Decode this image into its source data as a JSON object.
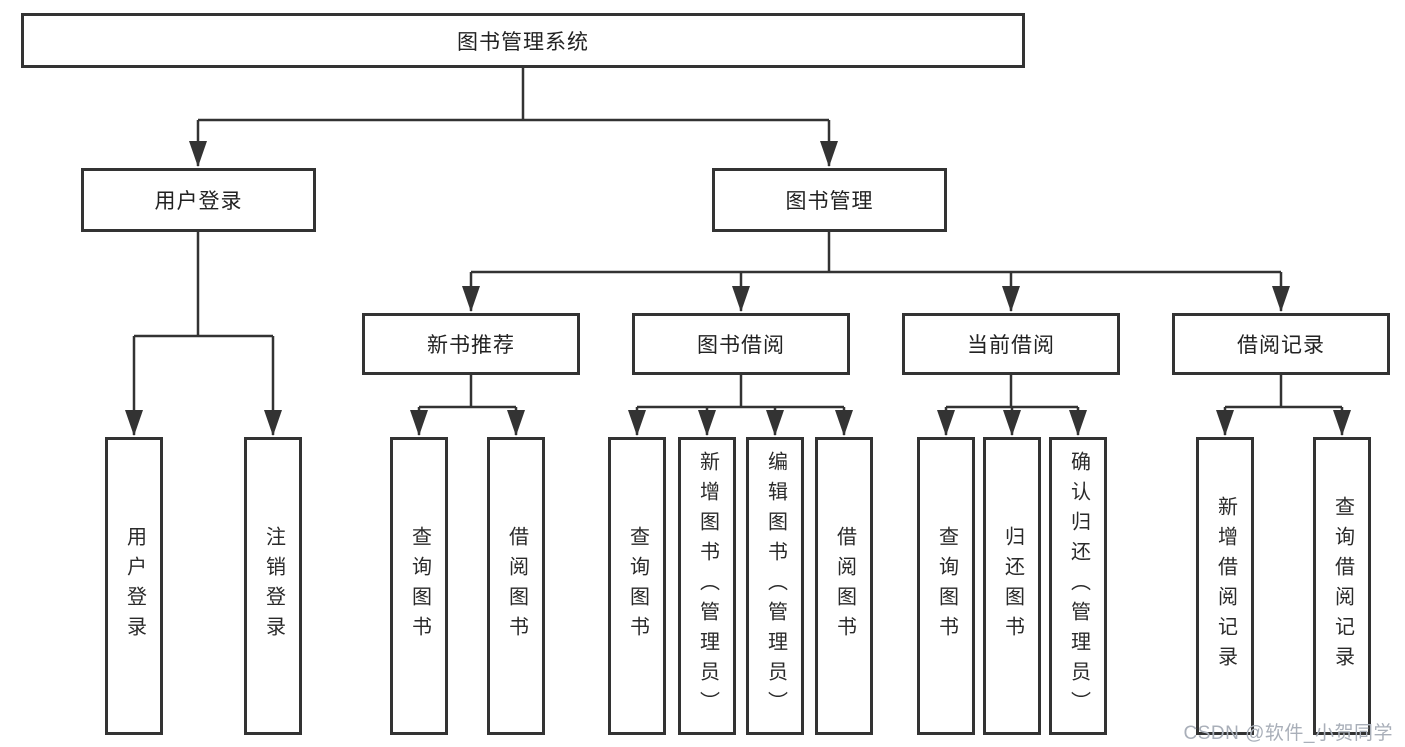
{
  "tree": {
    "root": {
      "label": "图书管理系统"
    },
    "branches": [
      {
        "label": "用户登录",
        "leaves": [
          {
            "label": "用户登录"
          },
          {
            "label": "注销登录"
          }
        ]
      },
      {
        "label": "图书管理",
        "groups": [
          {
            "label": "新书推荐",
            "leaves": [
              {
                "label": "查询图书"
              },
              {
                "label": "借阅图书"
              }
            ]
          },
          {
            "label": "图书借阅",
            "leaves": [
              {
                "label": "查询图书"
              },
              {
                "label": "新增图书（管理员）"
              },
              {
                "label": "编辑图书（管理员）"
              },
              {
                "label": "借阅图书"
              }
            ]
          },
          {
            "label": "当前借阅",
            "leaves": [
              {
                "label": "查询图书"
              },
              {
                "label": "归还图书"
              },
              {
                "label": "确认归还（管理员）"
              }
            ]
          },
          {
            "label": "借阅记录",
            "leaves": [
              {
                "label": "新增借阅记录"
              },
              {
                "label": "查询借阅记录"
              }
            ]
          }
        ]
      }
    ]
  },
  "watermark": "CSDN @软件_小贺同学",
  "colors": {
    "line": "#333333",
    "box_border": "#333333",
    "text": "#222222",
    "watermark": "#a9afb9",
    "background": "#ffffff"
  }
}
